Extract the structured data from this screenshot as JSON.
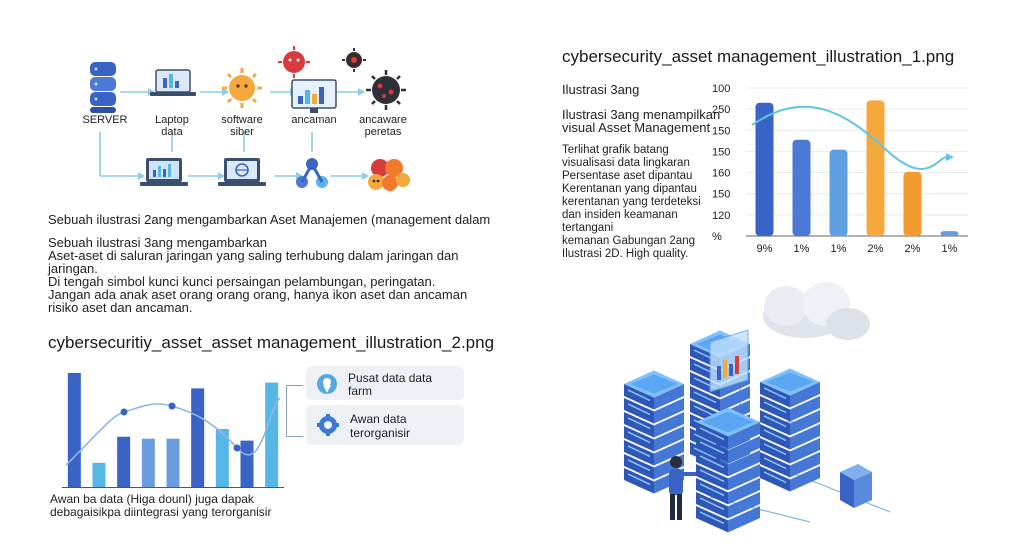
{
  "flow": {
    "labels": [
      "SERVER",
      "Laptop\ndata",
      "software\nsiber",
      "ancaman",
      "ancaware\nperetas"
    ],
    "caption": "Sebuah ilustrasi 2ang mengambarkan Aset Manajemen (management dalam",
    "paragraph": "Sebuah ilustrasi 3ang mengambarkan\nAset-aset di saluran jaringan yang saling terhubung dalam jaringan dan jaringan.\nDi tengah simbol kunci kunci persaingan pelambungan, peringatan.\nJangan ada anak aset orang orang orang, hanya ikon aset dan ancaman\nrisiko aset dan ancaman."
  },
  "panel1": {
    "title": "cybersecurity_asset management_illustration_1.png",
    "heading": "Ilustrasi 3ang",
    "text_a": "Ilustrasi 3ang menampilkan\nvisual Asset Management",
    "text_b": "Terlihat grafik batang\nvisualisasi data lingkaran\nPersentase aset dipantau\nKerentanan yang dipantau\nkerentanan yang terdeteksi\ndan insiden keamanan tertangani\nkemanan Gabungan 2ang\nIlustrasi 2D. High quality."
  },
  "panel2": {
    "title": "cybersecuritiy_asset_asset management_illustration_2.png",
    "caption": "Awan ba data (Higa dounl) juga dapak\ndebagaisikpa diintegrasi yang terorganisir",
    "legend": [
      {
        "label": "Pusat data data\nfarm",
        "icon": "location-pin-icon"
      },
      {
        "label": "Awan data\nterorganisir",
        "icon": "cloud-gear-icon"
      }
    ]
  },
  "chart_data": [
    {
      "type": "bar",
      "title": "",
      "yticks": [
        "100",
        "250",
        "150",
        "150",
        "160",
        "150",
        "120",
        "%"
      ],
      "categories": [
        "9%",
        "1%",
        "1%",
        "2%",
        "2%",
        "1%"
      ],
      "series": [
        {
          "values": [
            108,
            78,
            70,
            110,
            52,
            4
          ]
        }
      ],
      "bar_colors": [
        "#3a63c6",
        "#4a7ad3",
        "#5fa0e3",
        "#f5a93c",
        "#f39b2f",
        "#5fa0e3"
      ],
      "ylim": [
        0,
        120
      ],
      "trend_line": true,
      "grid": true
    },
    {
      "type": "bar",
      "title": "",
      "values": [
        118,
        25,
        52,
        50,
        50,
        102,
        60,
        48,
        108
      ],
      "bar_colors": [
        "#3a63c6",
        "#56b6e6",
        "#3a63c6",
        "#6c9ce0",
        "#6c9ce0",
        "#3a63c6",
        "#56b6e6",
        "#3a63c6",
        "#56b6e6"
      ],
      "ylim": [
        0,
        120
      ],
      "trend_line": true
    }
  ],
  "colors": {
    "primary": "#3a63c6",
    "cyan": "#56b6e6",
    "orange": "#f5a93c",
    "virus": "#d83b3b"
  }
}
